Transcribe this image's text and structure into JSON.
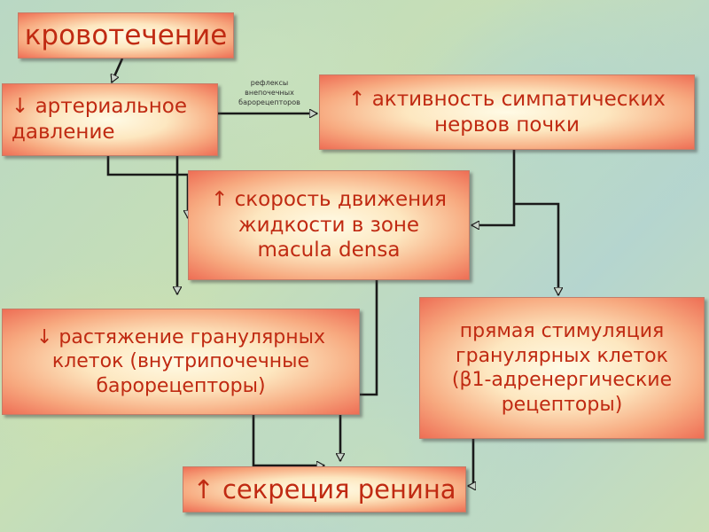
{
  "diagram": {
    "nodes": {
      "bleeding": "кровотечение",
      "arterial_pressure": "↓ артериальное\nдавление",
      "sympathetic_activity": "↑ активность симпатических\nнервов почки",
      "macula_densa": "↑ скорость движения\nжидкости в зоне\nmacula densa",
      "granular_stretch": "↓ растяжение гранулярных\nклеток (внутрипочечные\nбарорецепторы)",
      "direct_stimulation": "прямая стимуляция\nгранулярных клеток\n(β1-адренергические\nрецепторы)",
      "renin_secretion": "↑ секреция ренина"
    },
    "edge_label": "рефлексы\nвнепочечных\nбарорецепторов"
  },
  "colors": {
    "box_text": "#c02a12",
    "arrow": "#1a1a1a",
    "note_text": "#333333"
  }
}
